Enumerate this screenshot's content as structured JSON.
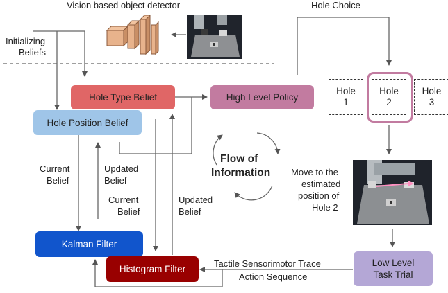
{
  "top": {
    "detector_title": "Vision based object detector",
    "init_beliefs": [
      "Initializing",
      "Beliefs"
    ],
    "hole_choice": "Hole Choice"
  },
  "boxes": {
    "hole_type_belief": "Hole Type Belief",
    "high_level_policy": "High Level Policy",
    "hole_position_belief": "Hole Position Belief",
    "kalman_filter": "Kalman Filter",
    "histogram_filter": "Histogram Filter",
    "low_level_task_trial": [
      "Low Level",
      "Task Trial"
    ]
  },
  "holes": [
    {
      "line1": "Hole",
      "line2": "1"
    },
    {
      "line1": "Hole",
      "line2": "2"
    },
    {
      "line1": "Hole",
      "line2": "3"
    }
  ],
  "labels": {
    "current_belief_left": [
      "Current",
      "Belief"
    ],
    "updated_belief_left": [
      "Updated",
      "Belief"
    ],
    "current_belief_mid": [
      "Current",
      "Belief"
    ],
    "updated_belief_right": [
      "Updated",
      "Belief"
    ],
    "flow": [
      "Flow of",
      "Information"
    ],
    "move_to": [
      "Move to the",
      "estimated",
      "position of",
      "Hole 2"
    ],
    "tactile": "Tactile Sensorimotor Trace",
    "action_seq": "Action Sequence"
  },
  "colors": {
    "hole_type_belief": "#e06666",
    "high_level_policy": "#c27ba0",
    "hole_position_belief": "#9fc5e8",
    "kalman_filter": "#1155cc",
    "histogram_filter": "#990000",
    "low_level_task_trial": "#b4a7d6",
    "selected_hole_border": "#c27ba0"
  }
}
